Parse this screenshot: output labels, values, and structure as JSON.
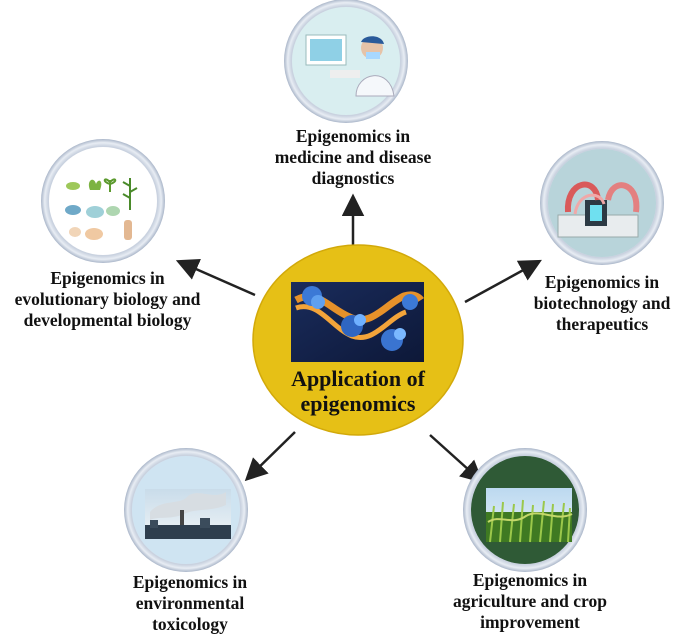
{
  "center": {
    "line1": "Application of",
    "line2": "epigenomics",
    "image_icon": "dna-nucleosome-icon",
    "ellipse_color": "#e6c016"
  },
  "nodes": [
    {
      "id": "medicine",
      "lines": [
        "Epigenomics in",
        "medicine and disease",
        "diagnostics"
      ],
      "icon": "lab-scientist-microscope-icon"
    },
    {
      "id": "evolution",
      "lines": [
        "Epigenomics in",
        "evolutionary biology and",
        "developmental biology"
      ],
      "icon": "plant-and-organism-development-icon"
    },
    {
      "id": "biotech",
      "lines": [
        "Epigenomics in",
        "biotechnology and",
        "therapeutics"
      ],
      "icon": "lab-equipment-tubes-icon"
    },
    {
      "id": "environment",
      "lines": [
        "Epigenomics in",
        "environmental",
        "toxicology"
      ],
      "icon": "industrial-smoke-icon"
    },
    {
      "id": "agriculture",
      "lines": [
        "Epigenomics in",
        "agriculture and crop",
        "improvement"
      ],
      "icon": "corn-field-icon"
    }
  ],
  "colors": {
    "ring_outer": "#b9c4d6",
    "ring_inner": "#e3e9f2",
    "arrow": "#222222"
  }
}
